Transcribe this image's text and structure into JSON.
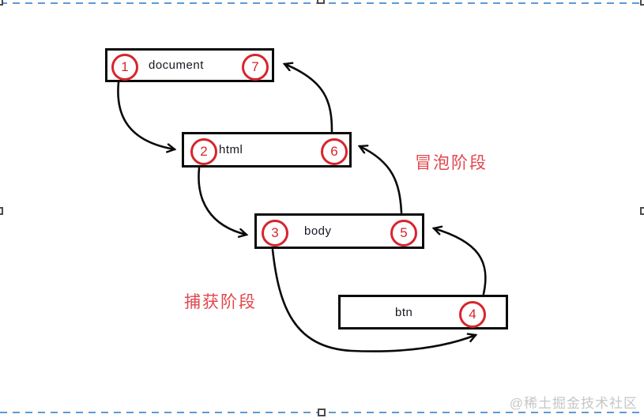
{
  "diagram": {
    "boxes": [
      {
        "id": "document",
        "label": "document",
        "left_num": "1",
        "right_num": "7"
      },
      {
        "id": "html",
        "label": "html",
        "left_num": "2",
        "right_num": "6"
      },
      {
        "id": "body",
        "label": "body",
        "left_num": "3",
        "right_num": "5"
      },
      {
        "id": "btn",
        "label": "btn",
        "right_num": "4"
      }
    ],
    "labels": {
      "bubble_phase": "冒泡阶段",
      "capture_phase": "捕获阶段"
    },
    "arrows": [
      {
        "from": "document",
        "to": "html",
        "phase": "capture"
      },
      {
        "from": "html",
        "to": "body",
        "phase": "capture"
      },
      {
        "from": "body",
        "to": "btn",
        "phase": "capture"
      },
      {
        "from": "btn",
        "to": "body",
        "phase": "bubble"
      },
      {
        "from": "body",
        "to": "html",
        "phase": "bubble"
      },
      {
        "from": "html",
        "to": "document",
        "phase": "bubble"
      }
    ]
  },
  "watermark": "@稀土掘金技术社区",
  "colors": {
    "box_border": "#0a0a0a",
    "circle_red": "#d8242c",
    "phase_label_red": "#e2474e",
    "selection_blue": "#5b9bd5",
    "watermark_gray": "#c6c6c6"
  }
}
